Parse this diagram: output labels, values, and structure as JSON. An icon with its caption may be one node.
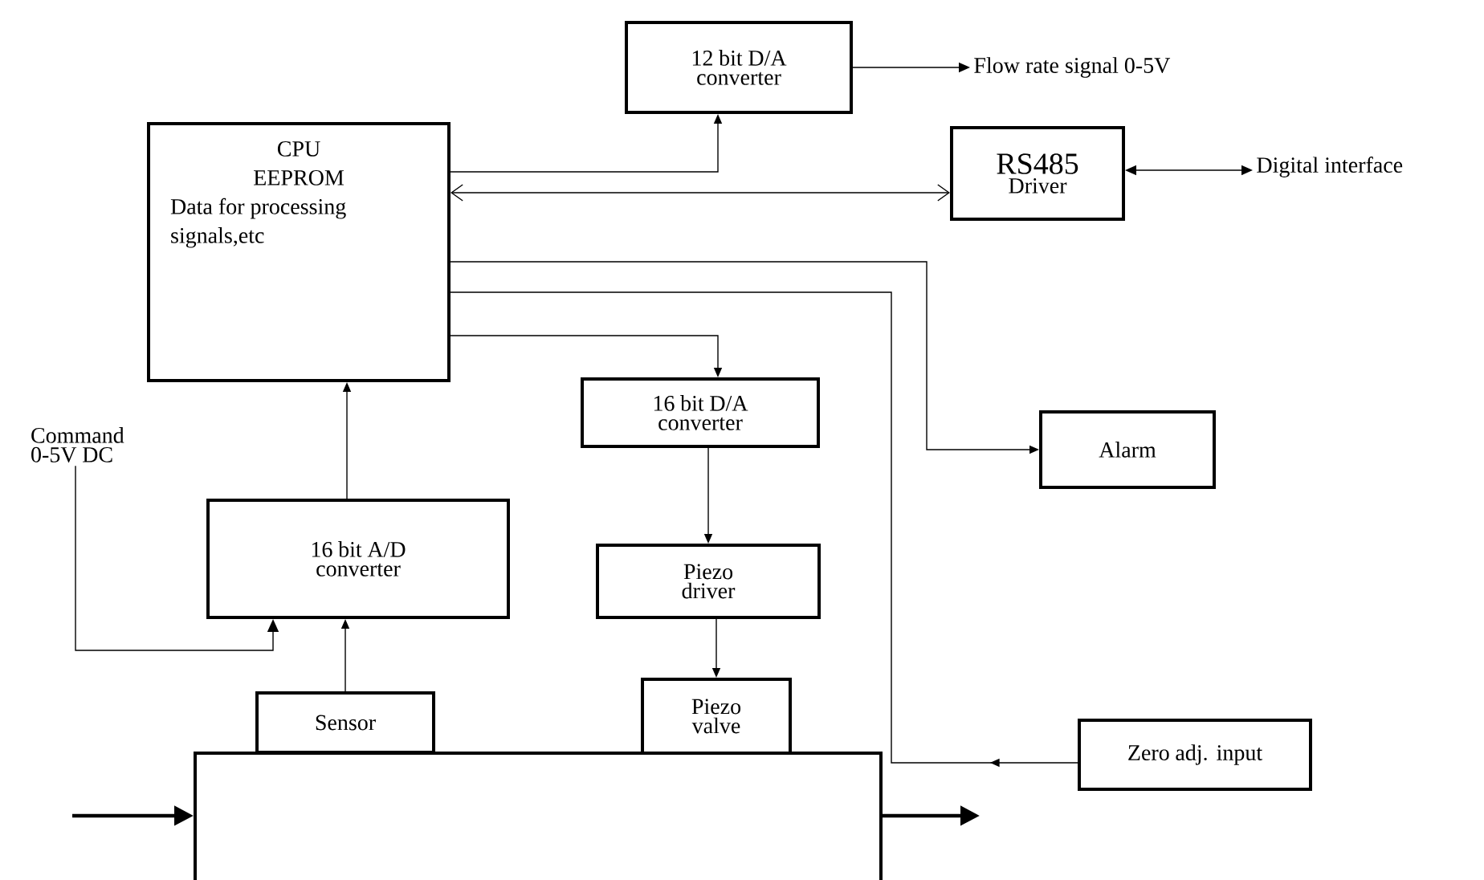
{
  "diagram": {
    "nodes": [
      {
        "text": [
          "CPU",
          "EEPROM",
          "Data for processing signals,etc"
        ]
      },
      {
        "text": [
          "12 bit D/A converter"
        ]
      },
      {
        "text": [
          "Flow rate signal 0-5V"
        ]
      },
      {
        "text": [
          "RS485",
          "Driver"
        ]
      },
      {
        "text": [
          "Digital interface"
        ]
      },
      {
        "text": [
          "16 bit D/A converter"
        ]
      },
      {
        "text": [
          "Alarm"
        ]
      },
      {
        "text": [
          "Command 0-5V DC"
        ]
      },
      {
        "text": [
          "16 bit A/D converter"
        ]
      },
      {
        "text": [
          "Piezo driver"
        ]
      },
      {
        "text": [
          "Sensor"
        ]
      },
      {
        "text": [
          "Piezo valve"
        ]
      },
      {
        "text": [
          "Zero adj. input"
        ]
      },
      {
        "text": [],
        "shape": "box"
      }
    ],
    "edges": [
      {
        "from": 0,
        "to": 1,
        "arrow": "to"
      },
      {
        "from": 1,
        "to": 2,
        "arrow": "to"
      },
      {
        "from": 0,
        "to": 3,
        "arrow": "both"
      },
      {
        "from": 3,
        "to": 4,
        "arrow": "both"
      },
      {
        "from": 0,
        "to": 6,
        "arrow": "to"
      },
      {
        "from": 12,
        "to": 0,
        "arrow": "to"
      },
      {
        "from": 0,
        "to": 5,
        "arrow": "to"
      },
      {
        "from": 5,
        "to": 9,
        "arrow": "to"
      },
      {
        "from": 9,
        "to": 11,
        "arrow": "to"
      },
      {
        "from": 8,
        "to": 0,
        "arrow": "to"
      },
      {
        "from": 10,
        "to": 8,
        "arrow": "to"
      },
      {
        "from": 7,
        "to": 8,
        "arrow": "to"
      },
      {
        "from": null,
        "to": 13,
        "arrow": "to",
        "style": "thick"
      },
      {
        "from": 13,
        "to": null,
        "arrow": "to",
        "style": "thick"
      }
    ]
  }
}
